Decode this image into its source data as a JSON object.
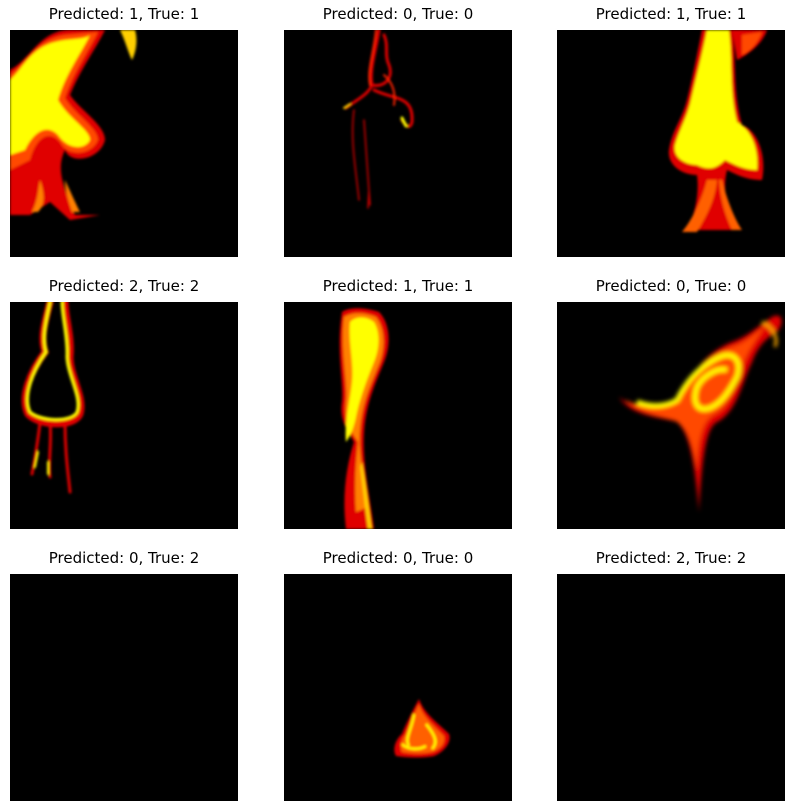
{
  "figure": {
    "panels": [
      {
        "title": "Predicted: 1, True: 1",
        "predicted": 1,
        "true": 1
      },
      {
        "title": "Predicted: 0, True: 0",
        "predicted": 0,
        "true": 0
      },
      {
        "title": "Predicted: 1, True: 1",
        "predicted": 1,
        "true": 1
      },
      {
        "title": "Predicted: 2, True: 2",
        "predicted": 2,
        "true": 2
      },
      {
        "title": "Predicted: 1, True: 1",
        "predicted": 1,
        "true": 1
      },
      {
        "title": "Predicted: 0, True: 0",
        "predicted": 0,
        "true": 0
      },
      {
        "title": "Predicted: 0, True: 2",
        "predicted": 0,
        "true": 2
      },
      {
        "title": "Predicted: 0, True: 0",
        "predicted": 0,
        "true": 0
      },
      {
        "title": "Predicted: 2, True: 2",
        "predicted": 2,
        "true": 2
      }
    ]
  },
  "colors": {
    "background": "#000000",
    "flame_red": "#e00000",
    "flame_orange": "#ff4a00",
    "flame_yellow": "#ffff00"
  }
}
